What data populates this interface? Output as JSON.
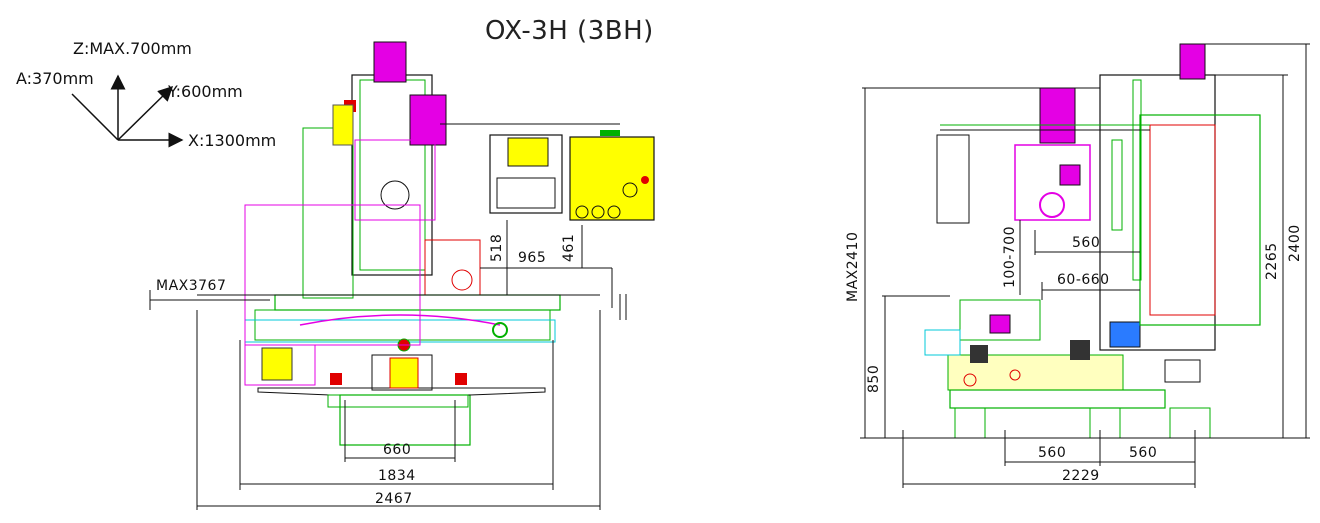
{
  "title": "OX-3H (3BH)",
  "axes": {
    "z": "Z:MAX.700mm",
    "a": "A:370mm",
    "y": "Y:600mm",
    "x": "X:1300mm"
  },
  "front_view": {
    "max_height_label": "MAX3767",
    "dim_518": "518",
    "dim_965": "965",
    "dim_461": "461",
    "dim_660": "660",
    "dim_1834": "1834",
    "dim_2467": "2467"
  },
  "side_view": {
    "dim_max2410": "MAX2410",
    "dim_850": "850",
    "dim_100_700": "100-700",
    "dim_560_top": "560",
    "dim_60_660": "60-660",
    "dim_2265": "2265",
    "dim_2400": "2400",
    "dim_560_left": "560",
    "dim_560_right": "560",
    "dim_2229": "2229"
  },
  "colors": {
    "magenta": "#e400e4",
    "green": "#00b000",
    "yellow": "#ffff00",
    "red": "#e00000",
    "cyan": "#00c8d8",
    "line": "#111111"
  }
}
